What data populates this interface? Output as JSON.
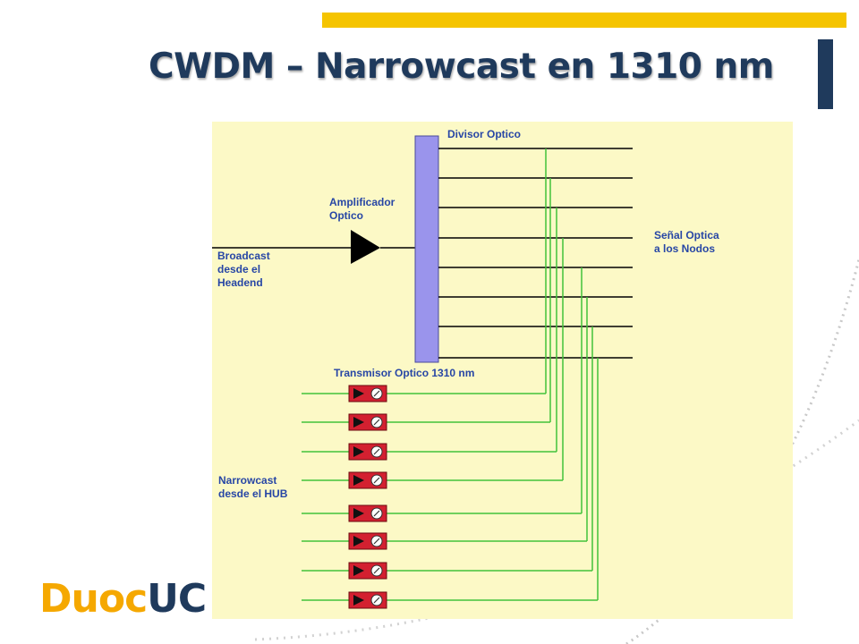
{
  "slide": {
    "title": "CWDM – Narrowcast en 1310 nm",
    "logo_part1": "Duoc",
    "logo_part2": "UC"
  },
  "diagram": {
    "labels": {
      "divisor": "Divisor Optico",
      "amplificador": "Amplificador\nOptico",
      "broadcast": "Broadcast\ndesde el\nHeadend",
      "senal": "Señal Optica\na los Nodos",
      "transmisor": "Transmisor Optico 1310 nm",
      "narrowcast": "Narrowcast\ndesde el HUB"
    },
    "output_count": 8,
    "transmitter_count": 8
  },
  "colors": {
    "accent_yellow": "#f5c400",
    "navy": "#1f3a5c",
    "diagram_bg": "#fcf9c6",
    "label_blue": "#2746a5",
    "splitter": "#9a94ec",
    "green_line": "#42c23a",
    "transmitter_red": "#d32030"
  }
}
